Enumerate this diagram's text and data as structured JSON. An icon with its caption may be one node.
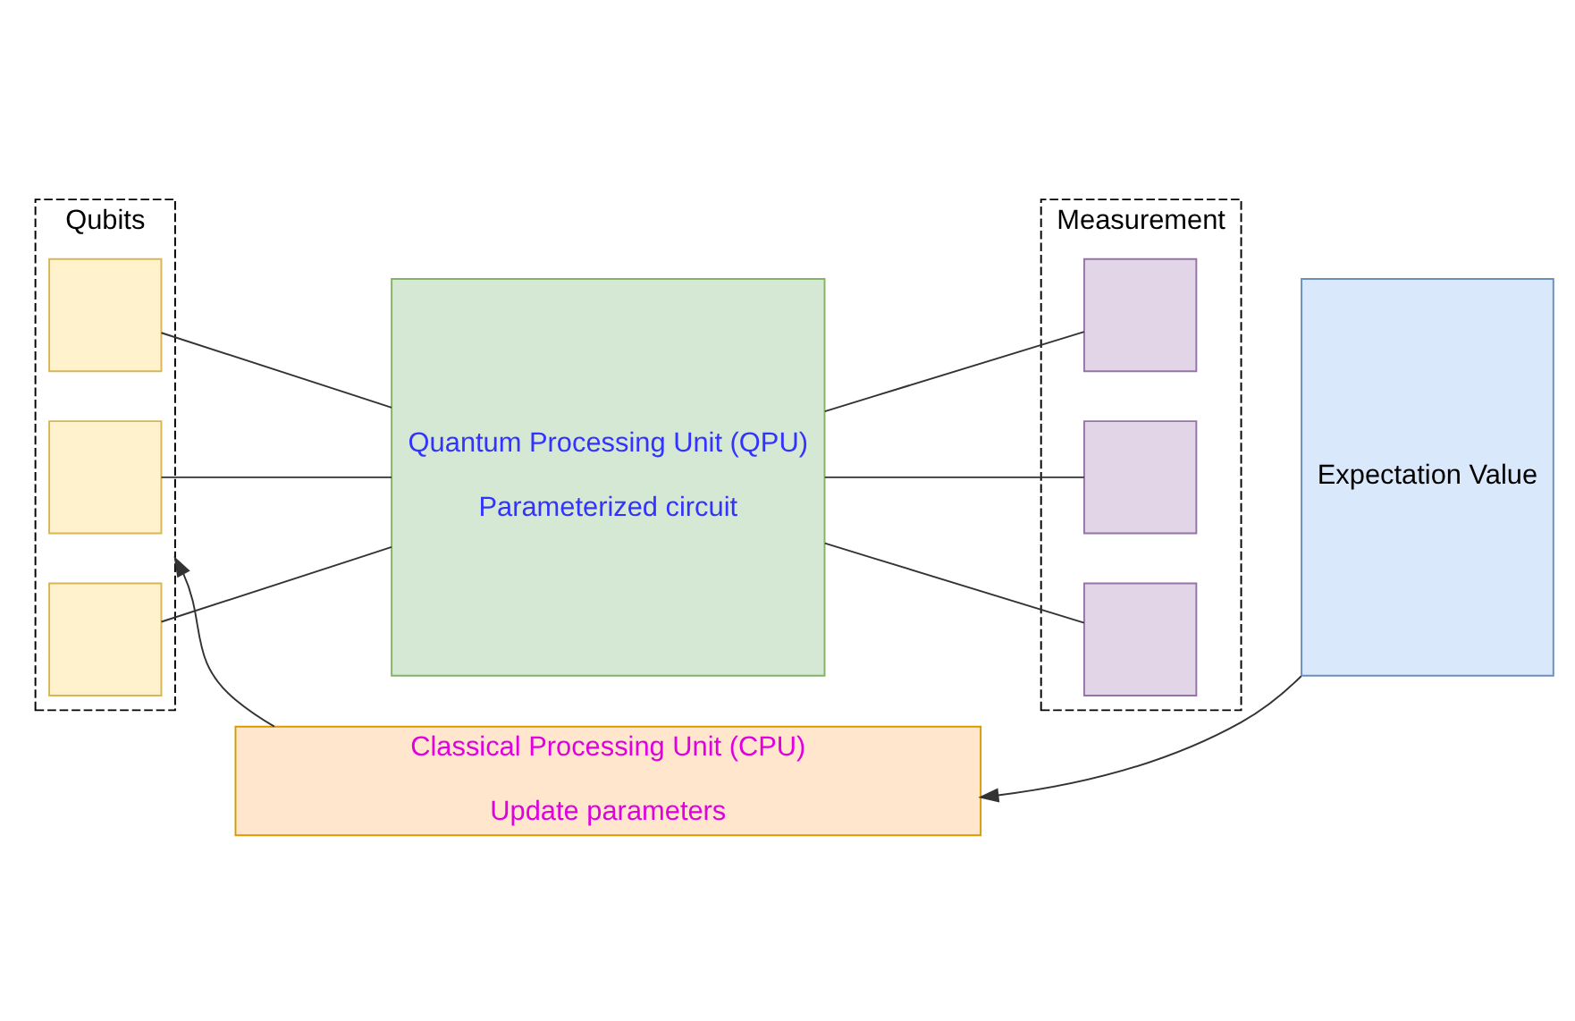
{
  "diagram": {
    "nodes": [
      {
        "text": [
          "Qubits"
        ]
      },
      {
        "text": [],
        "shape": "box",
        "in": 0
      },
      {
        "text": [],
        "shape": "box",
        "in": 0
      },
      {
        "text": [],
        "shape": "box",
        "in": 0
      },
      {
        "text": [
          "Quantum Processing Unit (QPU)",
          "Parameterized circuit"
        ]
      },
      {
        "text": [
          "Measurement"
        ]
      },
      {
        "text": [],
        "shape": "box",
        "in": 5
      },
      {
        "text": [],
        "shape": "box",
        "in": 5
      },
      {
        "text": [],
        "shape": "box",
        "in": 5
      },
      {
        "text": [
          "Expectation Value"
        ]
      },
      {
        "text": [
          "Classical Processing Unit (CPU)",
          "Update parameters"
        ]
      }
    ],
    "edges": [
      {
        "from": 1,
        "to": 4,
        "arrow": "none"
      },
      {
        "from": 2,
        "to": 4,
        "arrow": "none"
      },
      {
        "from": 3,
        "to": 4,
        "arrow": "none"
      },
      {
        "from": 4,
        "to": 6,
        "arrow": "none"
      },
      {
        "from": 4,
        "to": 7,
        "arrow": "none"
      },
      {
        "from": 4,
        "to": 8,
        "arrow": "none"
      },
      {
        "from": 9,
        "to": 10,
        "arrow": "to"
      },
      {
        "from": 10,
        "to": 0,
        "arrow": "to"
      }
    ]
  }
}
